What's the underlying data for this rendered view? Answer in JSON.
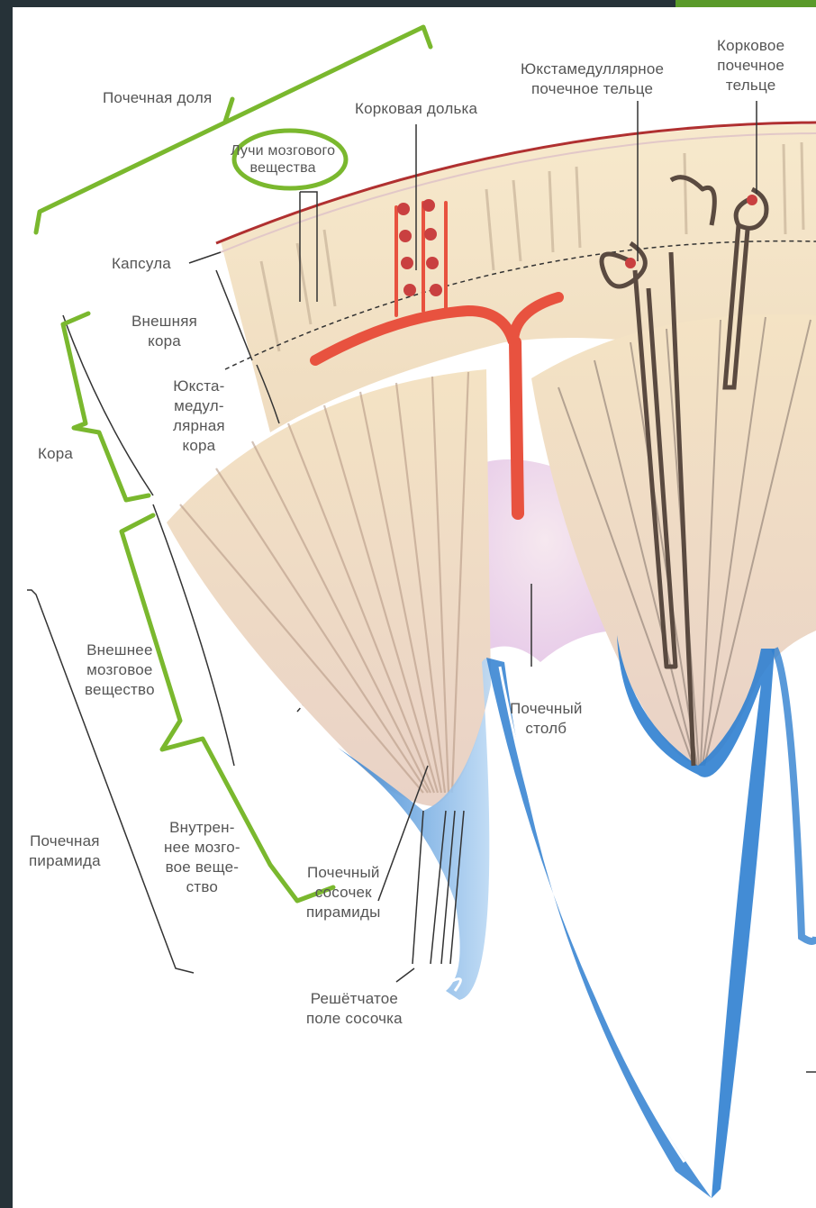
{
  "labels": {
    "kidney_lobe": "Почечная доля",
    "cortical_lobule": "Корковая долька",
    "juxtamedullary_corpuscle": "Юкстамедуллярное\nпочечное тельце",
    "cortical_corpuscle": "Корковое\nпочечное\nтельце",
    "medullary_rays": "Лучи мозгового\nвещества",
    "capsule": "Капсула",
    "outer_cortex": "Внешняя\nкора",
    "juxtamedullary_cortex": "Юкста-\nмедул-\nлярная\nкора",
    "cortex": "Кора",
    "outer_medulla": "Внешнее\nмозговое\nвещество",
    "renal_column": "Почечный\nстолб",
    "renal_pyramid": "Почечная\nпирамида",
    "inner_medulla": "Внутрен-\nнее мозго-\nвое веще-\nство",
    "renal_papilla": "Почечный\nсосочек\nпирамиды",
    "cribriform_area": "Решётчатое\nполе сосочка"
  },
  "colors": {
    "annotation_green": "#7ab82e",
    "artery_red": "#e8523f",
    "capsule_red": "#b03030",
    "cortex_beige": "#f5e6c8",
    "calyx_blue": "#2f7fd0",
    "nephron_brown": "#5a4a40"
  }
}
